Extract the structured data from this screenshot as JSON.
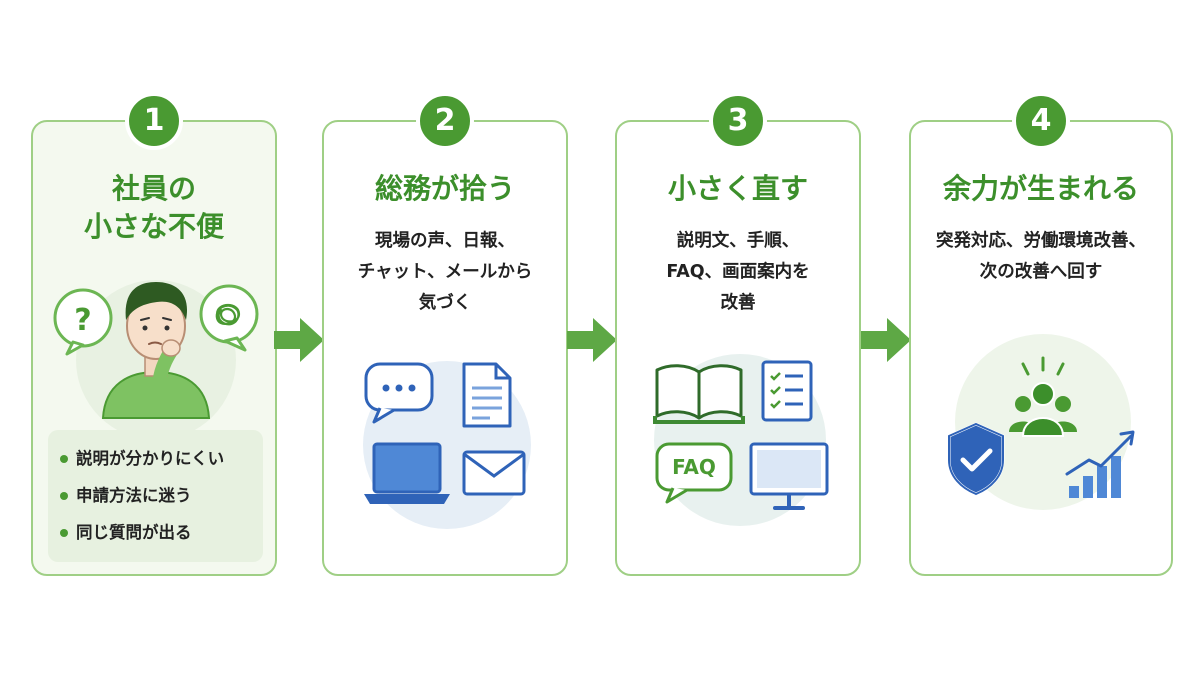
{
  "steps": [
    {
      "number": "1",
      "title_lines": [
        "社員の",
        "小さな不便"
      ],
      "icons": [
        "question-bubble-icon",
        "tangled-thought-bubble-icon",
        "confused-person-icon"
      ],
      "pain_points": [
        "説明が分かりにくい",
        "申請方法に迷う",
        "同じ質問が出る"
      ]
    },
    {
      "number": "2",
      "title": "総務が拾う",
      "desc_lines": [
        "現場の声、日報、",
        "チャット、メールから",
        "気づく"
      ],
      "icons": [
        "chat-bubble-icon",
        "document-icon",
        "laptop-icon",
        "mail-icon"
      ]
    },
    {
      "number": "3",
      "title": "小さく直す",
      "desc_lines": [
        "説明文、手順、",
        "FAQ、画面案内を",
        "改善"
      ],
      "icons": [
        "open-book-icon",
        "checklist-icon",
        "faq-bubble-icon",
        "monitor-icon"
      ],
      "faq_label": "FAQ"
    },
    {
      "number": "4",
      "title": "余力が生まれる",
      "desc_lines": [
        "突発対応、労働環境改善、",
        "次の改善へ回す"
      ],
      "icons": [
        "shield-check-icon",
        "team-icon",
        "growth-chart-icon"
      ]
    }
  ],
  "colors": {
    "accent_green": "#4a9a32",
    "title_green": "#3c8f2b",
    "card_border": "#9fcf85",
    "icon_blue": "#2f63b8",
    "light_blue": "#e6eef6"
  }
}
